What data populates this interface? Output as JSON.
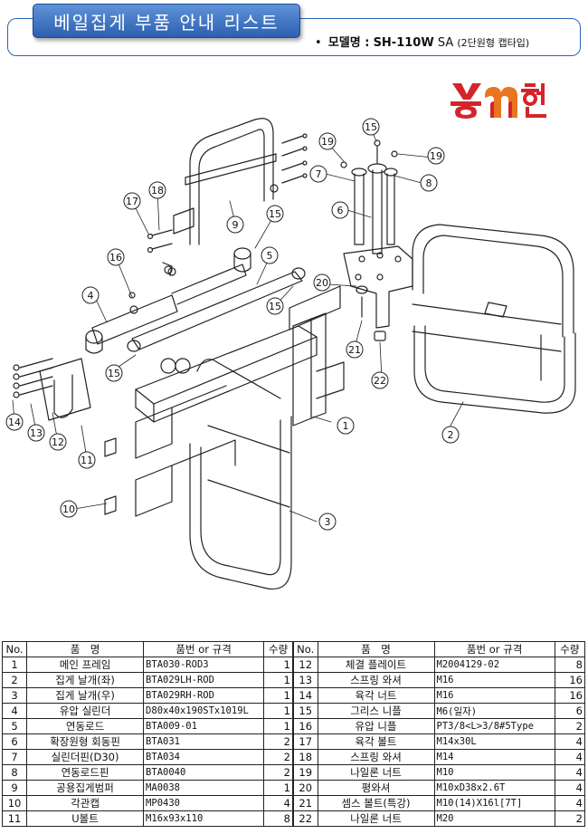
{
  "header": {
    "title": "베일집게 부품 안내 리스트",
    "model_label": "모델명 :",
    "model_code": "SH-110W",
    "model_variant": "SA",
    "model_desc": "(2단원형 캡타입)"
  },
  "logo": {
    "text": "송현",
    "colors": {
      "red": "#d4242b",
      "orange": "#e8761f",
      "text": "#1a1a1a"
    }
  },
  "callouts": [
    "1",
    "2",
    "3",
    "4",
    "5",
    "6",
    "7",
    "8",
    "9",
    "10",
    "11",
    "12",
    "13",
    "14",
    "15",
    "16",
    "17",
    "18",
    "19",
    "20",
    "21",
    "22"
  ],
  "table": {
    "headers": [
      "No.",
      "품　명",
      "품번 or 규격",
      "수량",
      "No.",
      "품　명",
      "품번 or 규격",
      "수량"
    ],
    "rows": [
      [
        "1",
        "메인 프레임",
        "BTA030-ROD3",
        "1",
        "12",
        "체결 플레이트",
        "M2004129-02",
        "8"
      ],
      [
        "2",
        "집게 날개(좌)",
        "BTA029LH-ROD",
        "1",
        "13",
        "스프링 와셔",
        "M16",
        "16"
      ],
      [
        "3",
        "집게 날개(우)",
        "BTA029RH-ROD",
        "1",
        "14",
        "육각 너트",
        "M16",
        "16"
      ],
      [
        "4",
        "유압 실린더",
        "D80x40x190STx1019L",
        "1",
        "15",
        "그리스 니플",
        "M6(일자)",
        "6"
      ],
      [
        "5",
        "연동로드",
        "BTA009-01",
        "1",
        "16",
        "유압 니플",
        "PT3/8<L>3/8#5Type",
        "2"
      ],
      [
        "6",
        "확장원형 회동핀",
        "BTA031",
        "2",
        "17",
        "육각 볼트",
        "M14x30L",
        "4"
      ],
      [
        "7",
        "실린더핀(D30)",
        "BTA034",
        "2",
        "18",
        "스프링 와셔",
        "M14",
        "4"
      ],
      [
        "8",
        "연동로드핀",
        "BTA0040",
        "2",
        "19",
        "나일론 너트",
        "M10",
        "4"
      ],
      [
        "9",
        "공용집게범퍼",
        "MA0038",
        "1",
        "20",
        "평와셔",
        "M10xD38x2.6T",
        "4"
      ],
      [
        "10",
        "각관캡",
        "MP0430",
        "4",
        "21",
        "셈스 볼트(특강)",
        "M10(14)X16l[7T]",
        "4"
      ],
      [
        "11",
        "U볼트",
        "M16x93x110",
        "8",
        "22",
        "나일론 너트",
        "M20",
        "2"
      ]
    ]
  }
}
